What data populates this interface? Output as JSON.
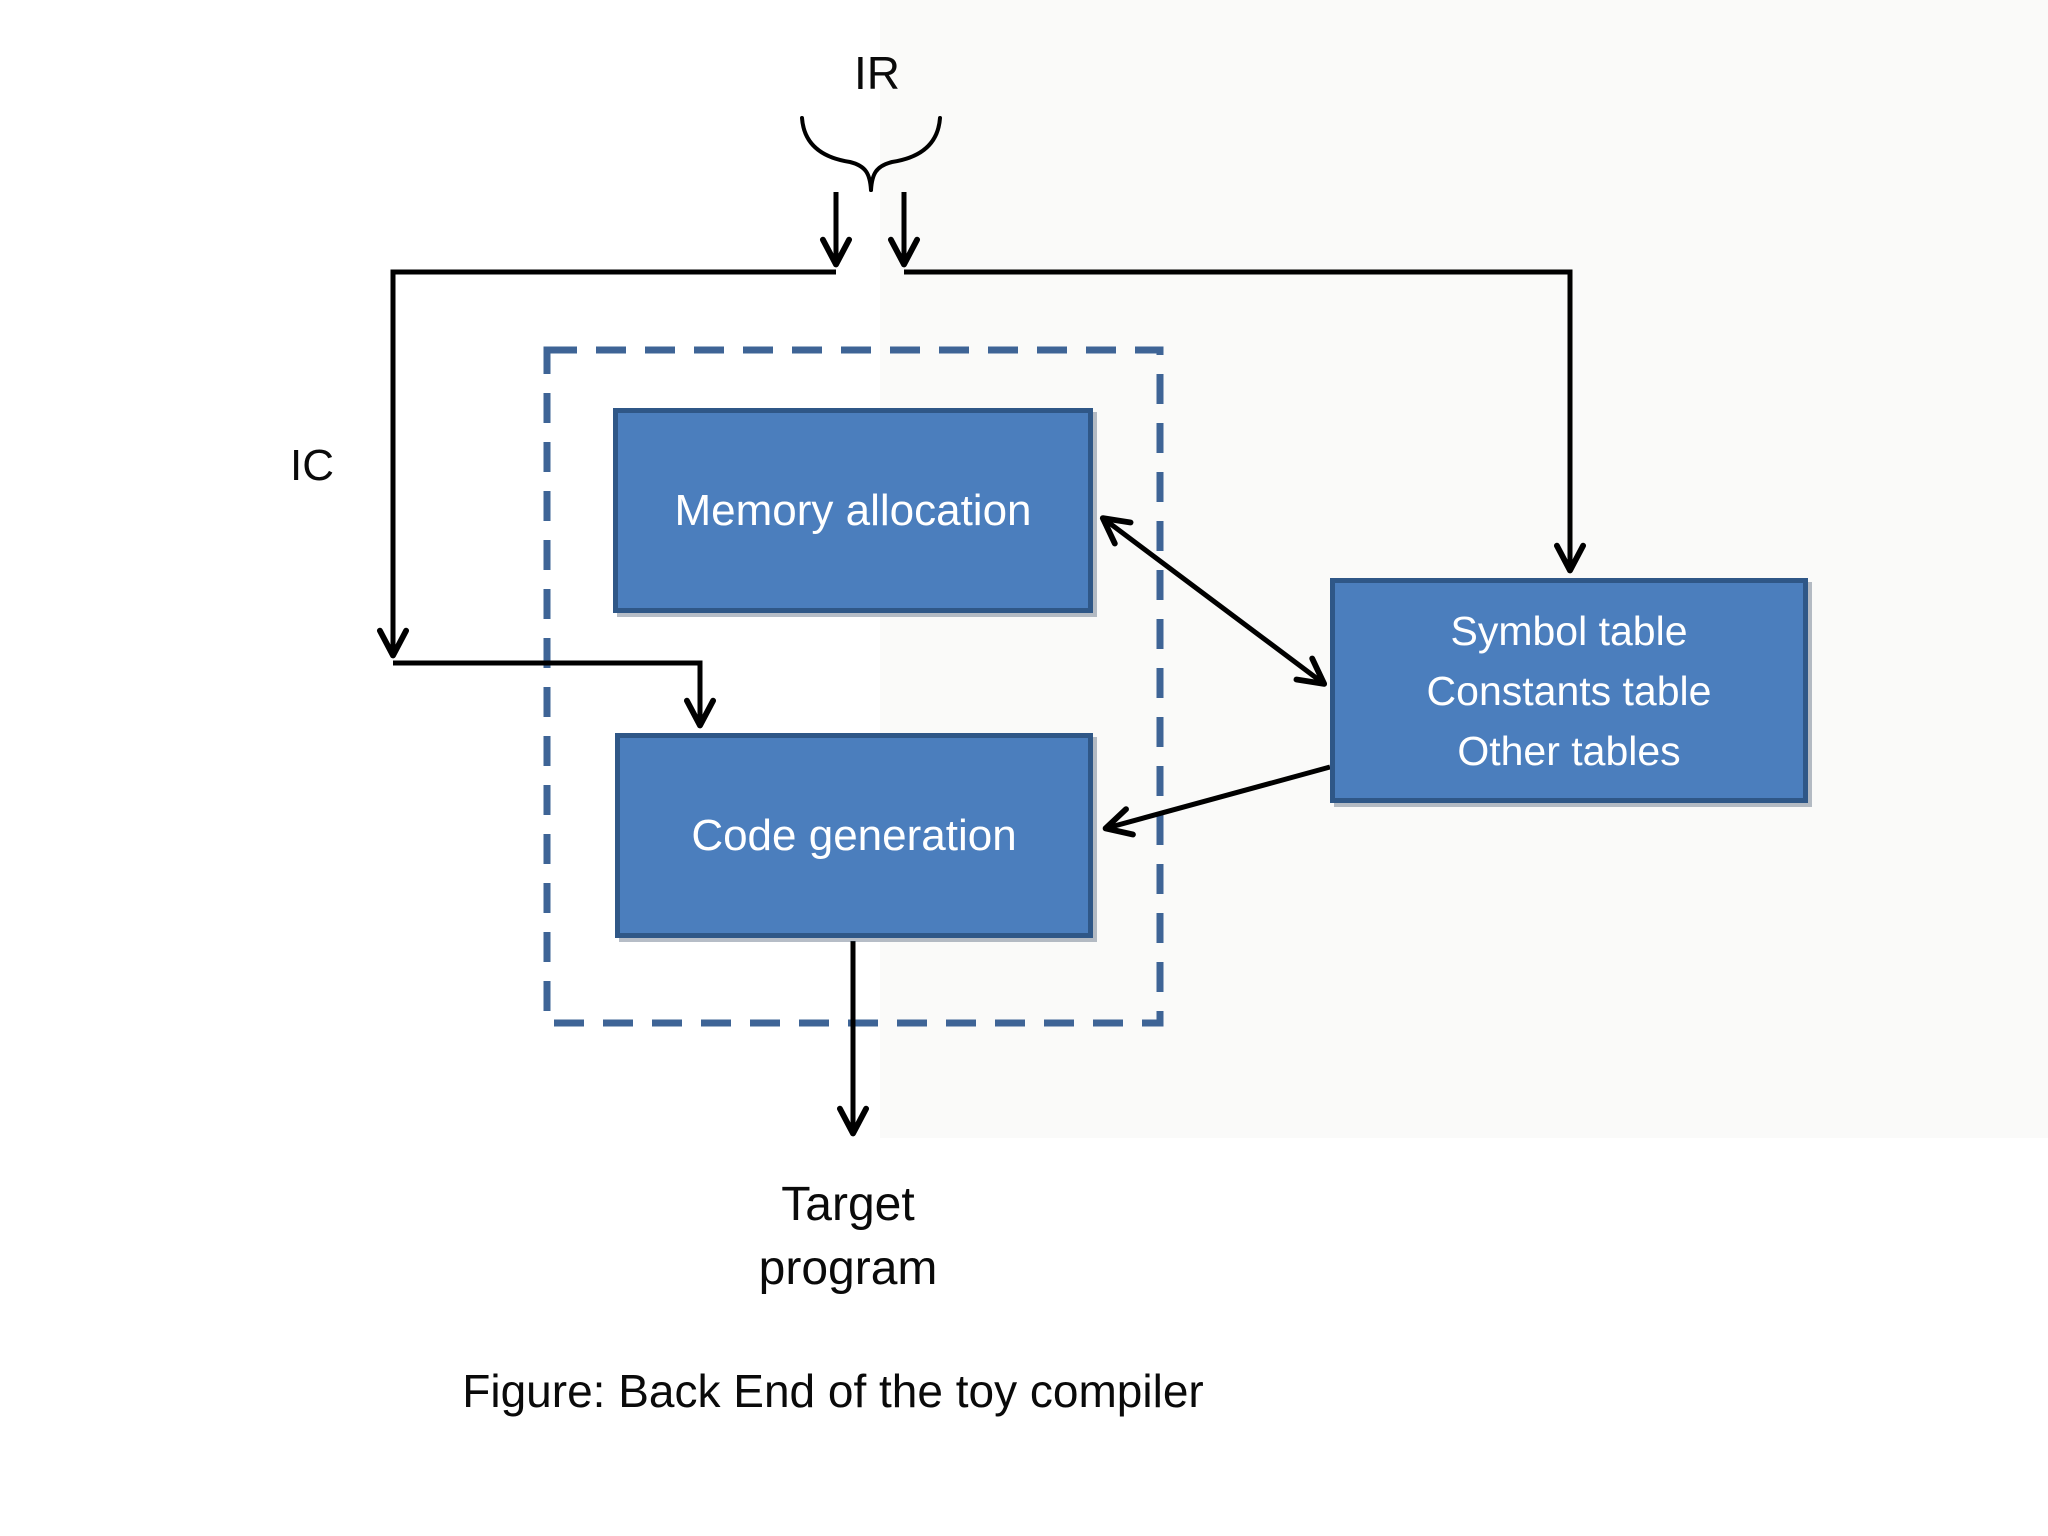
{
  "figure": {
    "ir_label": "IR",
    "ic_label": "IC",
    "boxes": {
      "memory": {
        "label": "Memory allocation"
      },
      "codegen": {
        "label": "Code generation"
      },
      "tables": {
        "lines": [
          "Symbol table",
          "Constants table",
          "Other tables"
        ]
      }
    },
    "target": {
      "line1": "Target",
      "line2": "program"
    },
    "caption": "Figure: Back End of the toy compiler",
    "colors": {
      "box_fill": "#4b7ebd",
      "box_border": "#2f5787",
      "dashed_border": "#3e6496",
      "arrow": "#000000",
      "box_text": "#ffffff",
      "background": "#ffffff"
    }
  }
}
